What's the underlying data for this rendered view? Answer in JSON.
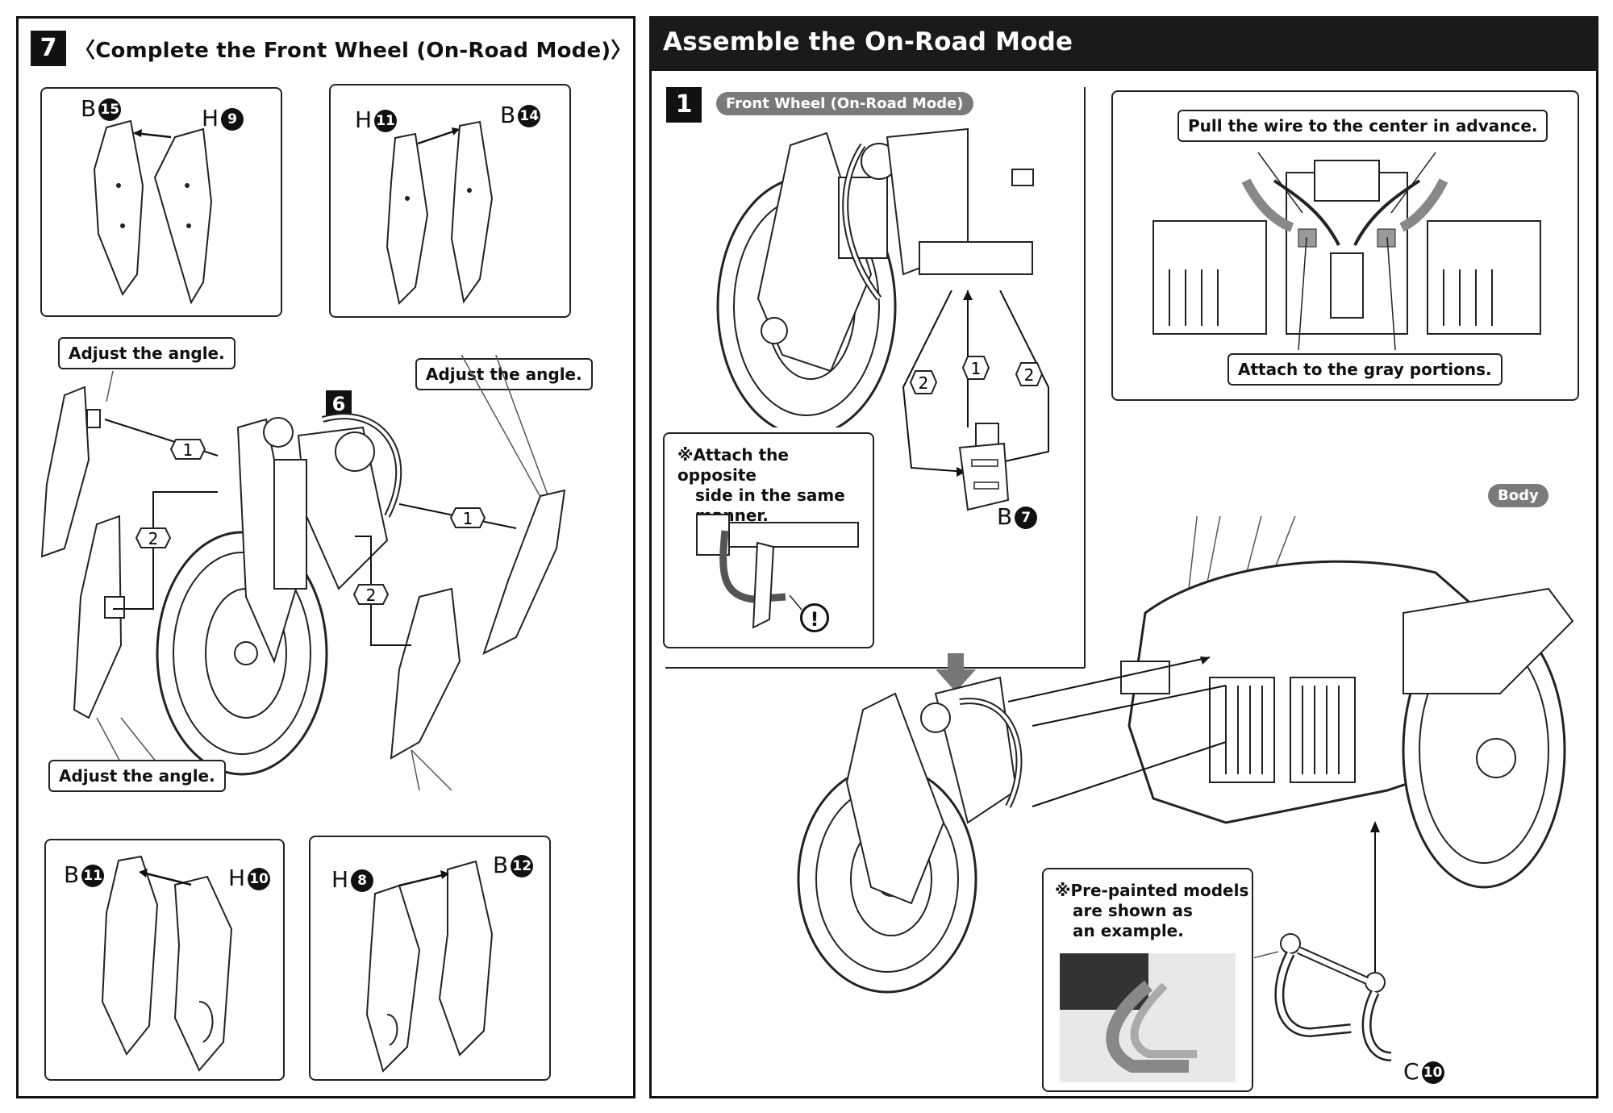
{
  "left_panel": {
    "step_number": "7",
    "title": "〈Complete the Front Wheel (On-Road Mode)〉",
    "sub_step_number": "6",
    "callouts": {
      "adjust_top_left": "Adjust the angle.",
      "adjust_top_right": "Adjust the angle.",
      "adjust_bottom_left": "Adjust the angle."
    },
    "parts": {
      "top_left_a": {
        "letter": "B",
        "num": "15"
      },
      "top_left_b": {
        "letter": "H",
        "num": "9"
      },
      "top_right_a": {
        "letter": "H",
        "num": "11"
      },
      "top_right_b": {
        "letter": "B",
        "num": "14"
      },
      "bottom_left_a": {
        "letter": "B",
        "num": "11"
      },
      "bottom_left_b": {
        "letter": "H",
        "num": "10"
      },
      "bottom_right_a": {
        "letter": "H",
        "num": "8"
      },
      "bottom_right_b": {
        "letter": "B",
        "num": "12"
      }
    },
    "order_markers": {
      "one": "1",
      "two": "2"
    }
  },
  "right_panel": {
    "header": "Assemble the On-Road Mode",
    "step_number": "1",
    "step_label": "Front Wheel (On-Road Mode)",
    "order_markers": {
      "one": "1",
      "two": "2"
    },
    "part_b7": {
      "letter": "B",
      "num": "7"
    },
    "part_c10": {
      "letter": "C",
      "num": "10"
    },
    "note_opposite": [
      "※Attach the opposite",
      "side in the same",
      "manner."
    ],
    "detail_callout_top": "Pull the wire to the center in advance.",
    "detail_callout_bottom": "Attach to the gray portions.",
    "body_label": "Body",
    "note_prepainted": [
      "※Pre-painted models",
      "are shown as",
      "an example."
    ],
    "warning_symbol": "!"
  }
}
